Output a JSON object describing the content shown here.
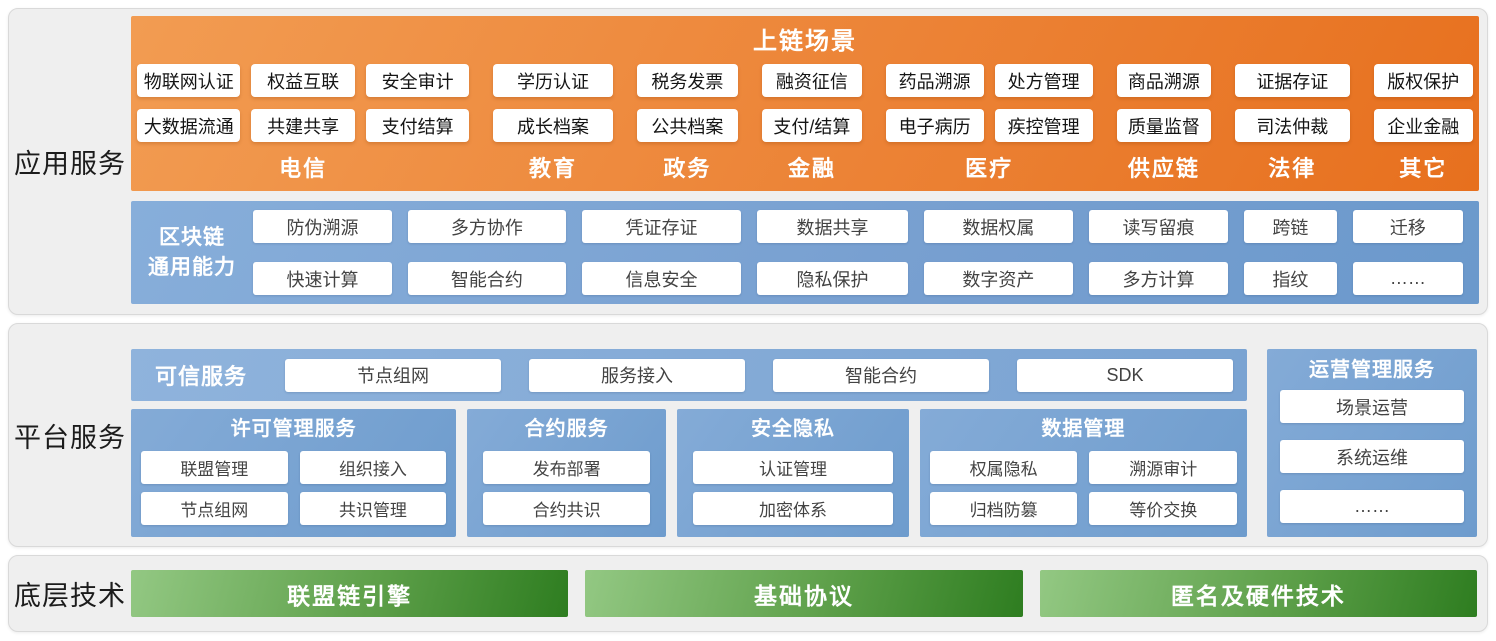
{
  "app": {
    "label": "应用服务",
    "scenarios": {
      "title": "上链场景",
      "groups": [
        {
          "category": "电信",
          "columns": [
            [
              "物联网认证",
              "大数据流通"
            ],
            [
              "权益互联",
              "共建共享"
            ],
            [
              "安全审计",
              "支付结算"
            ]
          ]
        },
        {
          "category": "教育",
          "columns": [
            [
              "学历认证",
              "成长档案"
            ]
          ]
        },
        {
          "category": "政务",
          "columns": [
            [
              "税务发票",
              "公共档案"
            ]
          ]
        },
        {
          "category": "金融",
          "columns": [
            [
              "融资征信",
              "支付/结算"
            ]
          ]
        },
        {
          "category": "医疗",
          "columns": [
            [
              "药品溯源",
              "电子病历"
            ],
            [
              "处方管理",
              "疾控管理"
            ]
          ]
        },
        {
          "category": "供应链",
          "columns": [
            [
              "商品溯源",
              "质量监督"
            ]
          ]
        },
        {
          "category": "法律",
          "columns": [
            [
              "证据存证",
              "司法仲裁"
            ]
          ]
        },
        {
          "category": "其它",
          "columns": [
            [
              "版权保护",
              "企业金融"
            ]
          ]
        }
      ]
    },
    "capabilities": {
      "label_line1": "区块链",
      "label_line2": "通用能力",
      "rows": [
        [
          "防伪溯源",
          "多方协作",
          "凭证存证",
          "数据共享",
          "数据权属",
          "读写留痕",
          "跨链",
          "迁移"
        ],
        [
          "快速计算",
          "智能合约",
          "信息安全",
          "隐私保护",
          "数字资产",
          "多方计算",
          "指纹",
          "……"
        ]
      ]
    }
  },
  "platform": {
    "label": "平台服务",
    "trusted": {
      "title": "可信服务",
      "items": [
        "节点组网",
        "服务接入",
        "智能合约",
        "SDK"
      ]
    },
    "modules": [
      {
        "title": "许可管理服务",
        "rows": [
          [
            "联盟管理",
            "组织接入"
          ],
          [
            "节点组网",
            "共识管理"
          ]
        ]
      },
      {
        "title": "合约服务",
        "rows": [
          [
            "发布部署"
          ],
          [
            "合约共识"
          ]
        ]
      },
      {
        "title": "安全隐私",
        "rows": [
          [
            "认证管理"
          ],
          [
            "加密体系"
          ]
        ]
      },
      {
        "title": "数据管理",
        "rows": [
          [
            "权属隐私",
            "溯源审计"
          ],
          [
            "归档防篡",
            "等价交换"
          ]
        ]
      }
    ],
    "ops": {
      "title": "运营管理服务",
      "items": [
        "场景运营",
        "系统运维",
        "……"
      ]
    }
  },
  "tech": {
    "label": "底层技术",
    "bars": [
      "联盟链引擎",
      "基础协议",
      "匿名及硬件技术"
    ]
  },
  "colors": {
    "orange_start": "#f29c52",
    "orange_end": "#e7701e",
    "blue_start": "#87aeda",
    "blue_end": "#6b99cc",
    "green_start": "#93c883",
    "green_end": "#2e7d20",
    "panel_bg": "#efefef",
    "box_bg": "#ffffff"
  }
}
